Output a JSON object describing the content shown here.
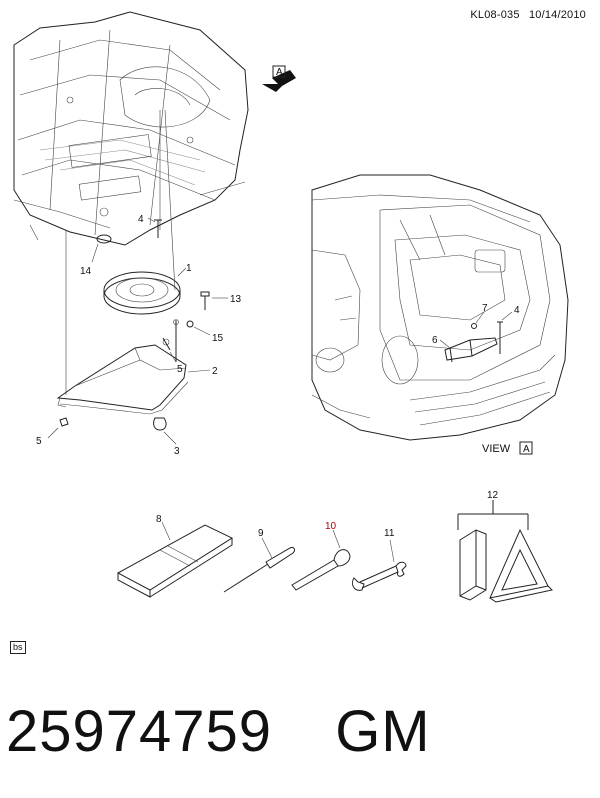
{
  "header": {
    "code": "KL08-035",
    "date": "10/14/2010"
  },
  "view": {
    "arrow_letter": "A",
    "caption": "VIEW",
    "caption_letter": "A"
  },
  "callouts": {
    "c1": "1",
    "c2": "2",
    "c3": "3",
    "c4a": "4",
    "c4b": "4",
    "c5a": "5",
    "c5b": "5",
    "c6": "6",
    "c7": "7",
    "c8": "8",
    "c9": "9",
    "c10": "10",
    "c11": "11",
    "c12": "12",
    "c13": "13",
    "c14": "14",
    "c15": "15"
  },
  "tag": "bs",
  "part_number": "25974759",
  "brand": "GM",
  "colors": {
    "ink": "#222222",
    "highlight_callout": "#b00000"
  }
}
